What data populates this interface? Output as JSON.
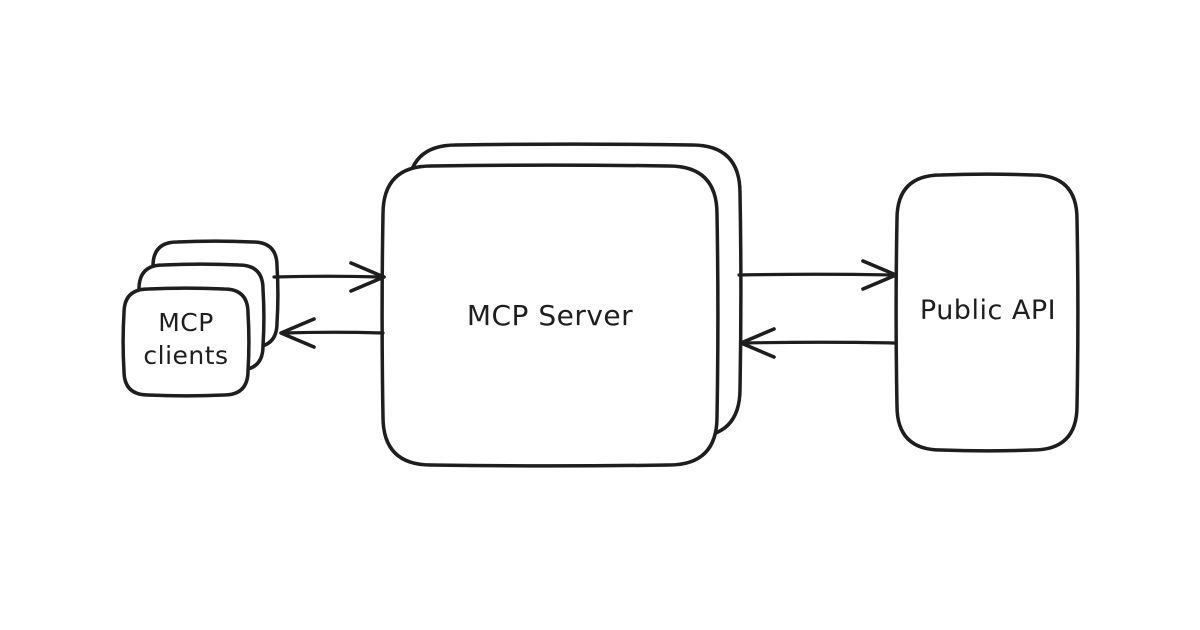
{
  "colors": {
    "stroke": "#1e1e1e",
    "node_fill": "#ffffff",
    "background": "#ffffff"
  },
  "nodes": {
    "clients": {
      "label_line1": "MCP",
      "label_line2": "clients",
      "stack_count": 3
    },
    "server": {
      "label": "MCP Server",
      "stack_count": 2
    },
    "api": {
      "label": "Public API",
      "stack_count": 1
    }
  },
  "arrows": [
    {
      "name": "clients-to-server",
      "from": "MCP clients",
      "to": "MCP Server",
      "direction": "right"
    },
    {
      "name": "server-to-clients",
      "from": "MCP Server",
      "to": "MCP clients",
      "direction": "left"
    },
    {
      "name": "server-to-api",
      "from": "MCP Server",
      "to": "Public API",
      "direction": "right"
    },
    {
      "name": "api-to-server",
      "from": "Public API",
      "to": "MCP Server",
      "direction": "left"
    }
  ]
}
